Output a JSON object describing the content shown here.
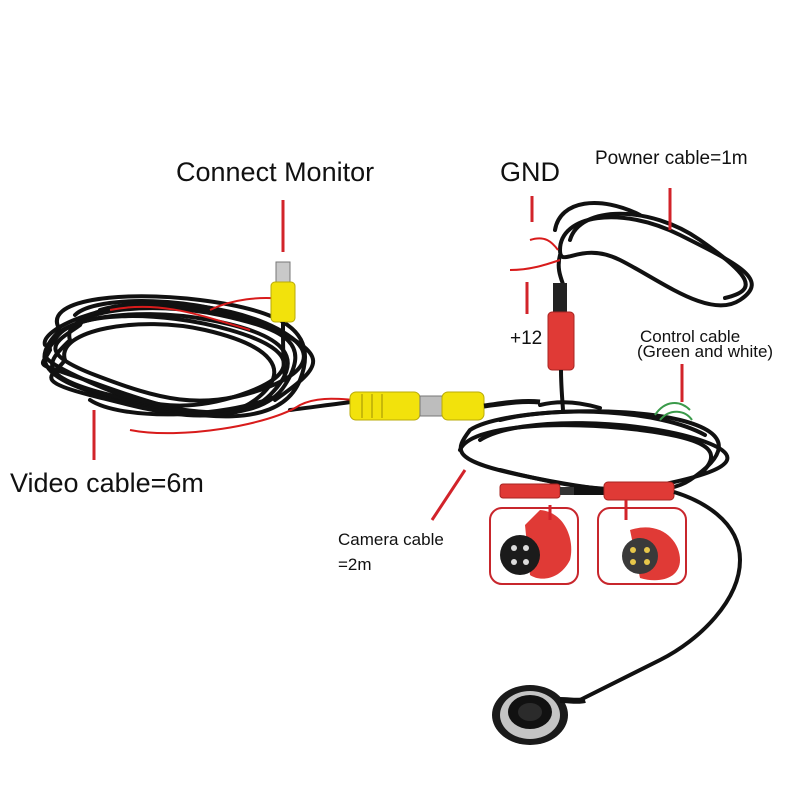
{
  "labels": {
    "connect_monitor": "Connect Monitor",
    "gnd": "GND",
    "power_cable": "Powner cable=1m",
    "plus12": "+12",
    "control_cable": "Control cable",
    "control_cable_note": "(Green and white)",
    "video_cable": "Video cable=6m",
    "camera_cable": "Camera cable",
    "camera_cable_length": "=2m"
  },
  "colors": {
    "cable": "#111111",
    "red_wire": "#d81b1b",
    "rca_yellow": "#f2e20c",
    "connector_red": "#e03a36",
    "leader_line": "#d2232a",
    "frame": "#c8262c",
    "control_wire": "#3a9a4a"
  }
}
